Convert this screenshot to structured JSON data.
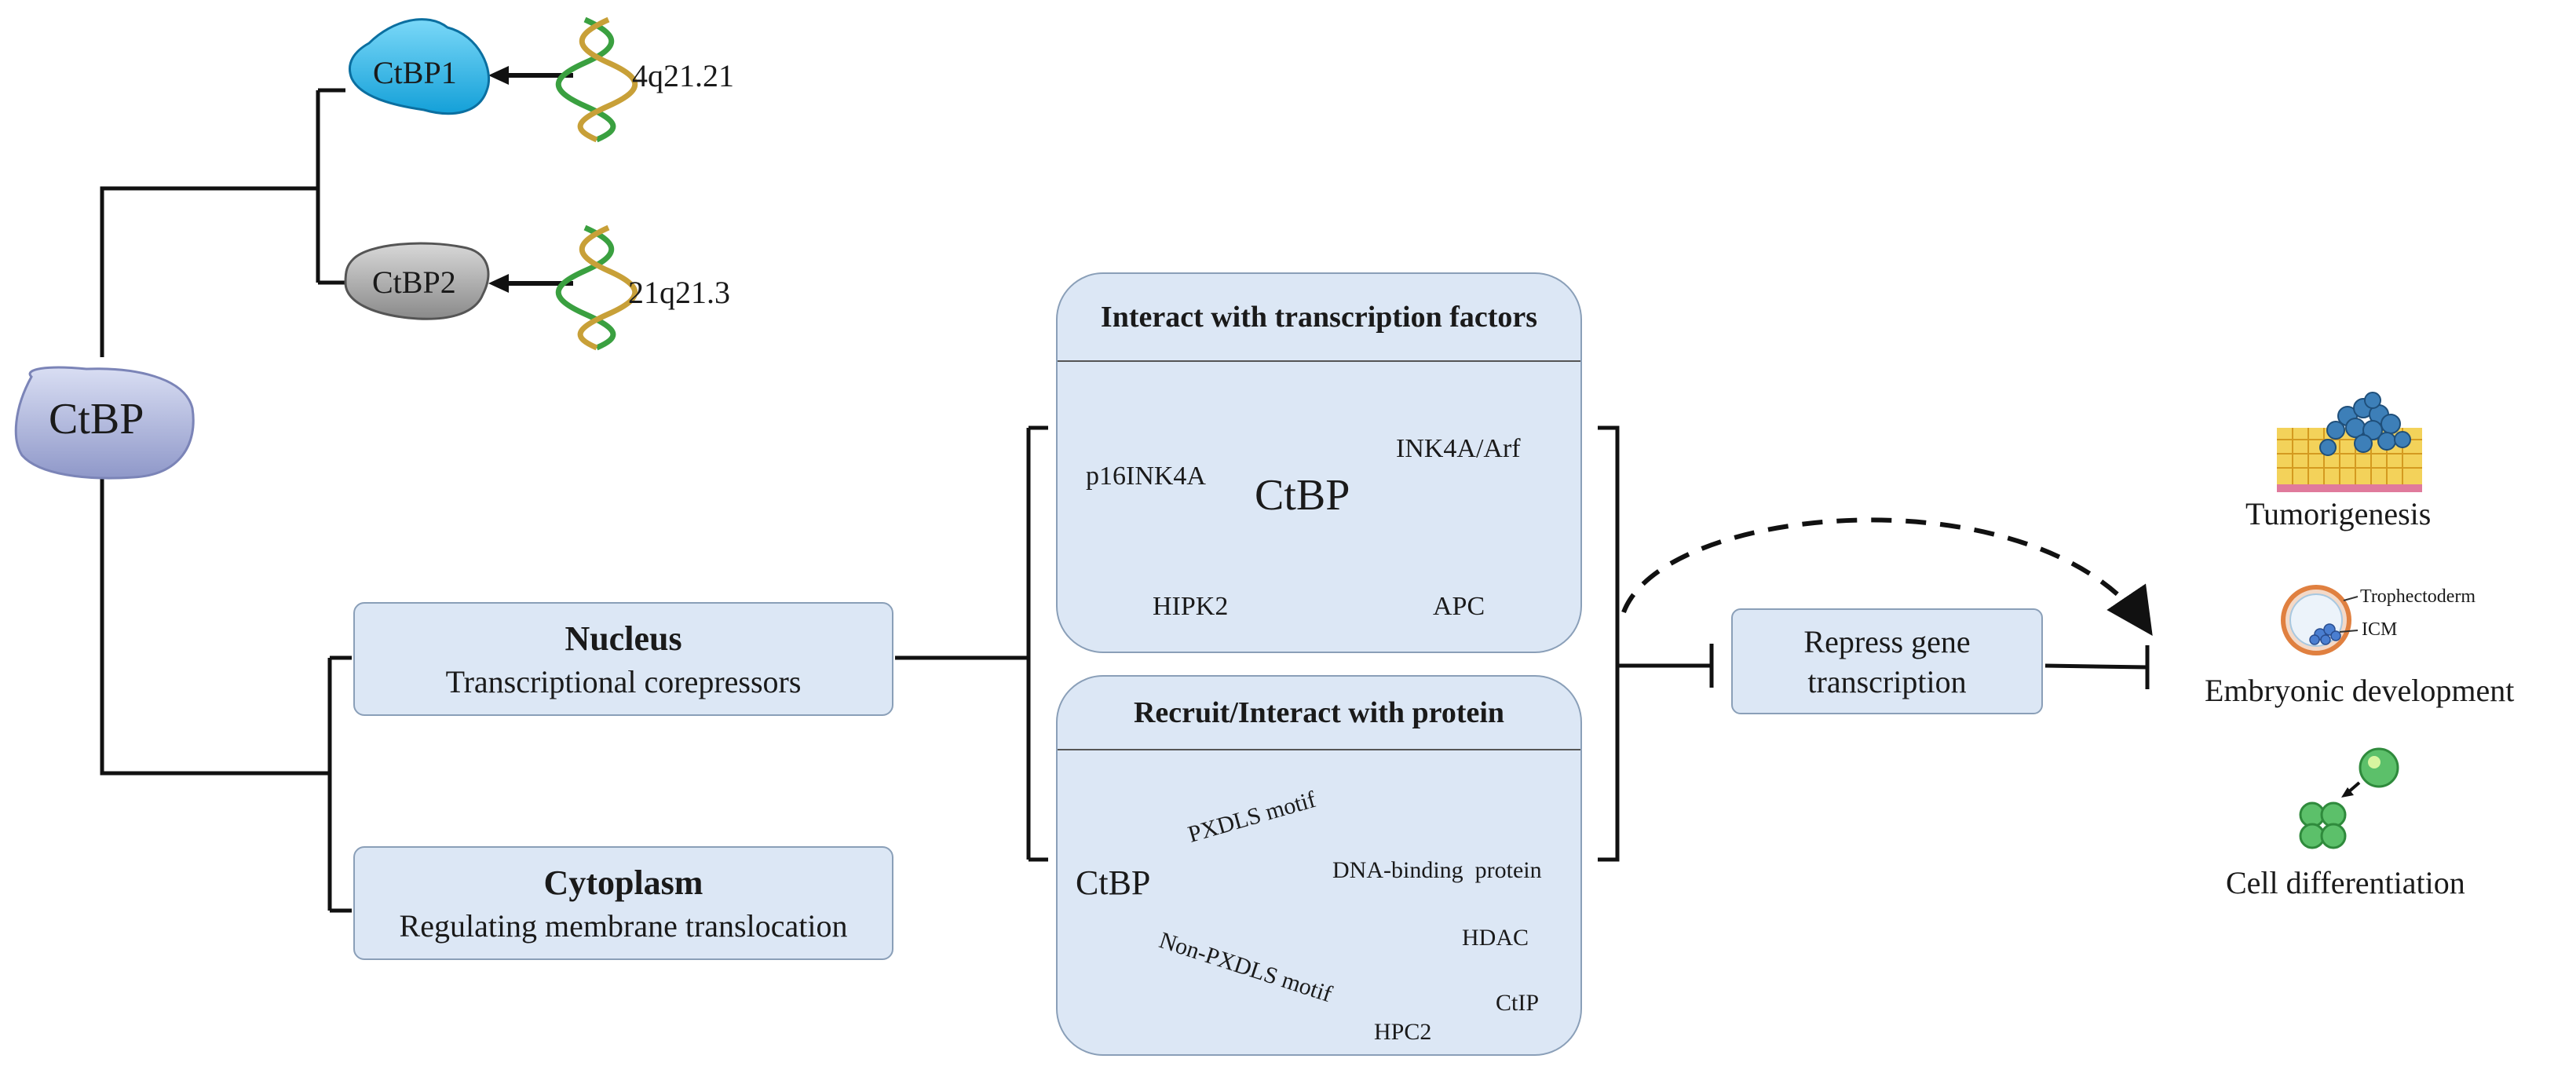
{
  "root": {
    "label": "CtBP"
  },
  "isoforms": [
    {
      "label": "CtBP1",
      "locus": "4q21.21",
      "color": "#2fb7e8"
    },
    {
      "label": "CtBP2",
      "locus": "21q21.3",
      "color": "#9c9c9c"
    }
  ],
  "locations": [
    {
      "title": "Nucleus",
      "subtitle": "Transcriptional corepressors"
    },
    {
      "title": "Cytoplasm",
      "subtitle": "Regulating membrane translocation"
    }
  ],
  "panel_tf": {
    "header": "Interact with transcription factors",
    "center": "CtBP",
    "targets": [
      "p16INK4A",
      "INK4A/Arf",
      "HIPK2",
      "APC"
    ]
  },
  "panel_protein": {
    "header": "Recruit/Interact with protein",
    "center": "CtBP",
    "motif1": "PXDLS motif",
    "motif2": "Non-PXDLS motif",
    "partner_dna": "DNA-binding  protein",
    "partners": [
      "HDAC",
      "HPC2",
      "CtIP"
    ]
  },
  "repress": {
    "line1": "Repress gene",
    "line2": "transcription"
  },
  "outcomes": {
    "items": [
      "Tumorigenesis",
      "Embryonic development",
      "Cell differentiation"
    ],
    "embryo_labels": [
      "Trophectoderm",
      "ICM"
    ]
  }
}
